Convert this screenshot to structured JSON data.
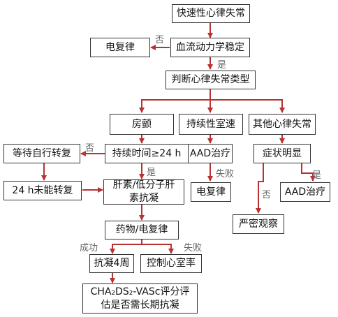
{
  "colors": {
    "arrow": "#b83232",
    "box_border": "#333333",
    "label": "#666666"
  },
  "nodes": {
    "tachy": "快速性心律失常",
    "cardiovert1": "电复律",
    "hemo_stable": "血流动力学稳定",
    "judge_type": "判断心律失常类型",
    "af": "房颤",
    "vt": "持续性室速",
    "other": "其他心律失常",
    "wait": "等待自行转复",
    "duration": "持续时间≥24 h",
    "aad1": "AAD治疗",
    "symptom": "症状明显",
    "no_convert": "24 h未能转复",
    "heparin_1": "肝素/低分子肝",
    "heparin_2": "素抗凝",
    "cardiovert2": "电复律",
    "aad2": "AAD治疗",
    "observe": "严密观察",
    "drug_cv": "药物/电复律",
    "anticoag4w": "抗凝4周",
    "rate_ctrl": "控制心室率",
    "cha_1": "CHA₂DS₂-VASc评分评",
    "cha_2": "估是否需长期抗凝"
  },
  "edge_labels": {
    "no_1": "否",
    "yes_1": "是",
    "no_2": "否",
    "yes_2": "是",
    "fail_1": "失败",
    "yes_3": "是",
    "no_3": "否",
    "success": "成功",
    "fail_2": "失败"
  }
}
